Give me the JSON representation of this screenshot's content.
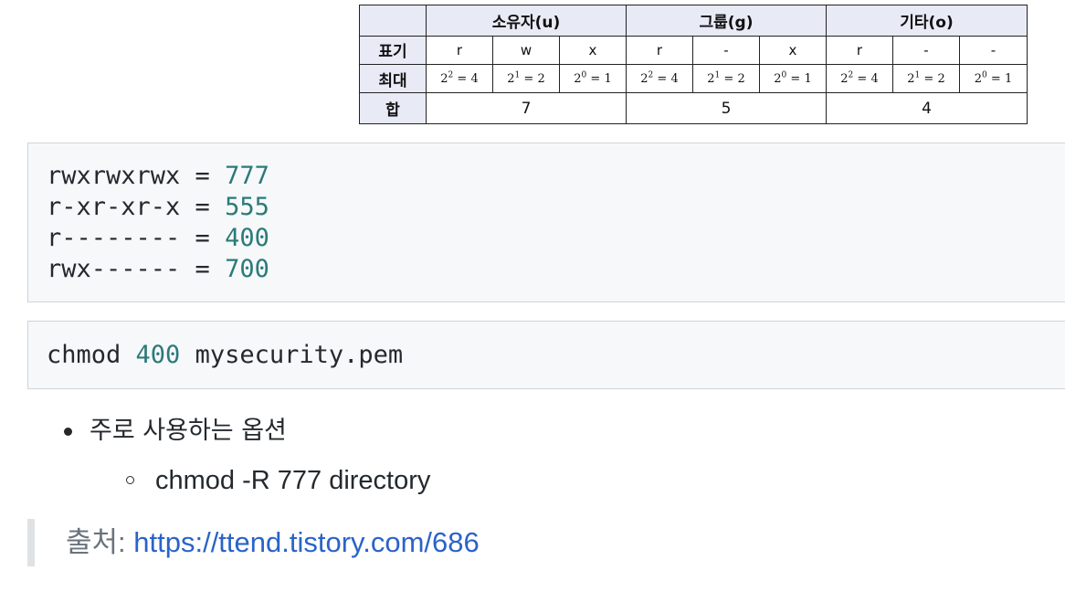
{
  "table": {
    "groups": [
      "소유자(u)",
      "그룹(g)",
      "기타(o)"
    ],
    "row_labels": {
      "symbol": "표기",
      "max": "최대",
      "sum": "합"
    },
    "symbols": [
      "r",
      "w",
      "x",
      "r",
      "-",
      "x",
      "r",
      "-",
      "-"
    ],
    "max_values": [
      {
        "exp": "2",
        "result": "4"
      },
      {
        "exp": "1",
        "result": "2"
      },
      {
        "exp": "0",
        "result": "1"
      },
      {
        "exp": "2",
        "result": "4"
      },
      {
        "exp": "1",
        "result": "2"
      },
      {
        "exp": "0",
        "result": "1"
      },
      {
        "exp": "2",
        "result": "4"
      },
      {
        "exp": "1",
        "result": "2"
      },
      {
        "exp": "0",
        "result": "1"
      }
    ],
    "sums": [
      "7",
      "5",
      "4"
    ]
  },
  "code_block_1": {
    "lines": [
      {
        "text": "rwxrwxrwx = ",
        "number": "777"
      },
      {
        "text": "r-xr-xr-x = ",
        "number": "555"
      },
      {
        "text": "r-------- = ",
        "number": "400"
      },
      {
        "text": "rwx------ = ",
        "number": "700"
      }
    ]
  },
  "code_block_2": {
    "command": "chmod ",
    "number": "400",
    "argument": " mysecurity.pem"
  },
  "list": {
    "item": "주로 사용하는 옵션",
    "subitem": "chmod -R 777 directory"
  },
  "quote": {
    "label": "출처: ",
    "link_text": "https://ttend.tistory.com/686"
  }
}
